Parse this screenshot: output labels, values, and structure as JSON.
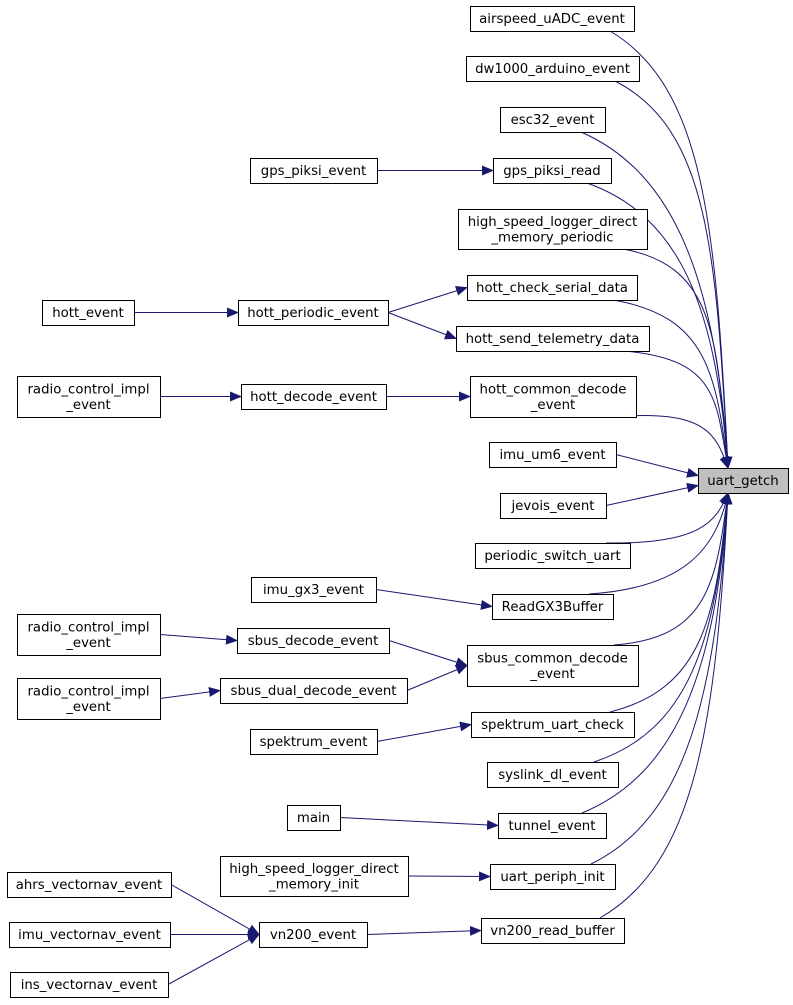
{
  "target": "uart_getch",
  "colors": {
    "edge": "#191970",
    "node_border": "#000000",
    "node_fill": "#ffffff",
    "target_fill": "#bfbfbf",
    "text": "#000000"
  },
  "nodes": [
    {
      "id": "uart_getch",
      "lines": [
        "uart_getch"
      ]
    },
    {
      "id": "airspeed_uADC_event",
      "lines": [
        "airspeed_uADC_event"
      ]
    },
    {
      "id": "dw1000_arduino_event",
      "lines": [
        "dw1000_arduino_event"
      ]
    },
    {
      "id": "esc32_event",
      "lines": [
        "esc32_event"
      ]
    },
    {
      "id": "gps_piksi_read",
      "lines": [
        "gps_piksi_read"
      ]
    },
    {
      "id": "gps_piksi_event",
      "lines": [
        "gps_piksi_event"
      ]
    },
    {
      "id": "high_speed_logger_direct_memory_periodic",
      "lines": [
        "high_speed_logger_direct",
        "_memory_periodic"
      ]
    },
    {
      "id": "hott_check_serial_data",
      "lines": [
        "hott_check_serial_data"
      ]
    },
    {
      "id": "hott_send_telemetry_data",
      "lines": [
        "hott_send_telemetry_data"
      ]
    },
    {
      "id": "hott_periodic_event",
      "lines": [
        "hott_periodic_event"
      ]
    },
    {
      "id": "hott_event",
      "lines": [
        "hott_event"
      ]
    },
    {
      "id": "hott_common_decode_event",
      "lines": [
        "hott_common_decode",
        "_event"
      ]
    },
    {
      "id": "hott_decode_event",
      "lines": [
        "hott_decode_event"
      ]
    },
    {
      "id": "radio_control_impl_event_1",
      "lines": [
        "radio_control_impl",
        "_event"
      ]
    },
    {
      "id": "imu_um6_event",
      "lines": [
        "imu_um6_event"
      ]
    },
    {
      "id": "jevois_event",
      "lines": [
        "jevois_event"
      ]
    },
    {
      "id": "periodic_switch_uart",
      "lines": [
        "periodic_switch_uart"
      ]
    },
    {
      "id": "ReadGX3Buffer",
      "lines": [
        "ReadGX3Buffer"
      ]
    },
    {
      "id": "imu_gx3_event",
      "lines": [
        "imu_gx3_event"
      ]
    },
    {
      "id": "sbus_common_decode_event",
      "lines": [
        "sbus_common_decode",
        "_event"
      ]
    },
    {
      "id": "sbus_decode_event",
      "lines": [
        "sbus_decode_event"
      ]
    },
    {
      "id": "sbus_dual_decode_event",
      "lines": [
        "sbus_dual_decode_event"
      ]
    },
    {
      "id": "radio_control_impl_event_2",
      "lines": [
        "radio_control_impl",
        "_event"
      ]
    },
    {
      "id": "radio_control_impl_event_3",
      "lines": [
        "radio_control_impl",
        "_event"
      ]
    },
    {
      "id": "spektrum_uart_check",
      "lines": [
        "spektrum_uart_check"
      ]
    },
    {
      "id": "spektrum_event",
      "lines": [
        "spektrum_event"
      ]
    },
    {
      "id": "syslink_dl_event",
      "lines": [
        "syslink_dl_event"
      ]
    },
    {
      "id": "tunnel_event",
      "lines": [
        "tunnel_event"
      ]
    },
    {
      "id": "main",
      "lines": [
        "main"
      ]
    },
    {
      "id": "uart_periph_init",
      "lines": [
        "uart_periph_init"
      ]
    },
    {
      "id": "high_speed_logger_direct_memory_init",
      "lines": [
        "high_speed_logger_direct",
        "_memory_init"
      ]
    },
    {
      "id": "vn200_read_buffer",
      "lines": [
        "vn200_read_buffer"
      ]
    },
    {
      "id": "vn200_event",
      "lines": [
        "vn200_event"
      ]
    },
    {
      "id": "ahrs_vectornav_event",
      "lines": [
        "ahrs_vectornav_event"
      ]
    },
    {
      "id": "imu_vectornav_event",
      "lines": [
        "imu_vectornav_event"
      ]
    },
    {
      "id": "ins_vectornav_event",
      "lines": [
        "ins_vectornav_event"
      ]
    }
  ],
  "edges": [
    {
      "from": "airspeed_uADC_event",
      "to": "uart_getch"
    },
    {
      "from": "dw1000_arduino_event",
      "to": "uart_getch"
    },
    {
      "from": "esc32_event",
      "to": "uart_getch"
    },
    {
      "from": "gps_piksi_read",
      "to": "uart_getch"
    },
    {
      "from": "high_speed_logger_direct_memory_periodic",
      "to": "uart_getch"
    },
    {
      "from": "hott_check_serial_data",
      "to": "uart_getch"
    },
    {
      "from": "hott_send_telemetry_data",
      "to": "uart_getch"
    },
    {
      "from": "hott_common_decode_event",
      "to": "uart_getch"
    },
    {
      "from": "imu_um6_event",
      "to": "uart_getch"
    },
    {
      "from": "jevois_event",
      "to": "uart_getch"
    },
    {
      "from": "periodic_switch_uart",
      "to": "uart_getch"
    },
    {
      "from": "ReadGX3Buffer",
      "to": "uart_getch"
    },
    {
      "from": "sbus_common_decode_event",
      "to": "uart_getch"
    },
    {
      "from": "spektrum_uart_check",
      "to": "uart_getch"
    },
    {
      "from": "syslink_dl_event",
      "to": "uart_getch"
    },
    {
      "from": "tunnel_event",
      "to": "uart_getch"
    },
    {
      "from": "uart_periph_init",
      "to": "uart_getch"
    },
    {
      "from": "vn200_read_buffer",
      "to": "uart_getch"
    },
    {
      "from": "gps_piksi_event",
      "to": "gps_piksi_read"
    },
    {
      "from": "hott_periodic_event",
      "to": "hott_check_serial_data"
    },
    {
      "from": "hott_periodic_event",
      "to": "hott_send_telemetry_data"
    },
    {
      "from": "hott_event",
      "to": "hott_periodic_event"
    },
    {
      "from": "hott_decode_event",
      "to": "hott_common_decode_event"
    },
    {
      "from": "radio_control_impl_event_1",
      "to": "hott_decode_event"
    },
    {
      "from": "imu_gx3_event",
      "to": "ReadGX3Buffer"
    },
    {
      "from": "sbus_decode_event",
      "to": "sbus_common_decode_event"
    },
    {
      "from": "sbus_dual_decode_event",
      "to": "sbus_common_decode_event"
    },
    {
      "from": "radio_control_impl_event_2",
      "to": "sbus_decode_event"
    },
    {
      "from": "radio_control_impl_event_3",
      "to": "sbus_dual_decode_event"
    },
    {
      "from": "spektrum_event",
      "to": "spektrum_uart_check"
    },
    {
      "from": "main",
      "to": "tunnel_event"
    },
    {
      "from": "high_speed_logger_direct_memory_init",
      "to": "uart_periph_init"
    },
    {
      "from": "vn200_event",
      "to": "vn200_read_buffer"
    },
    {
      "from": "ahrs_vectornav_event",
      "to": "vn200_event"
    },
    {
      "from": "imu_vectornav_event",
      "to": "vn200_event"
    },
    {
      "from": "ins_vectornav_event",
      "to": "vn200_event"
    }
  ]
}
